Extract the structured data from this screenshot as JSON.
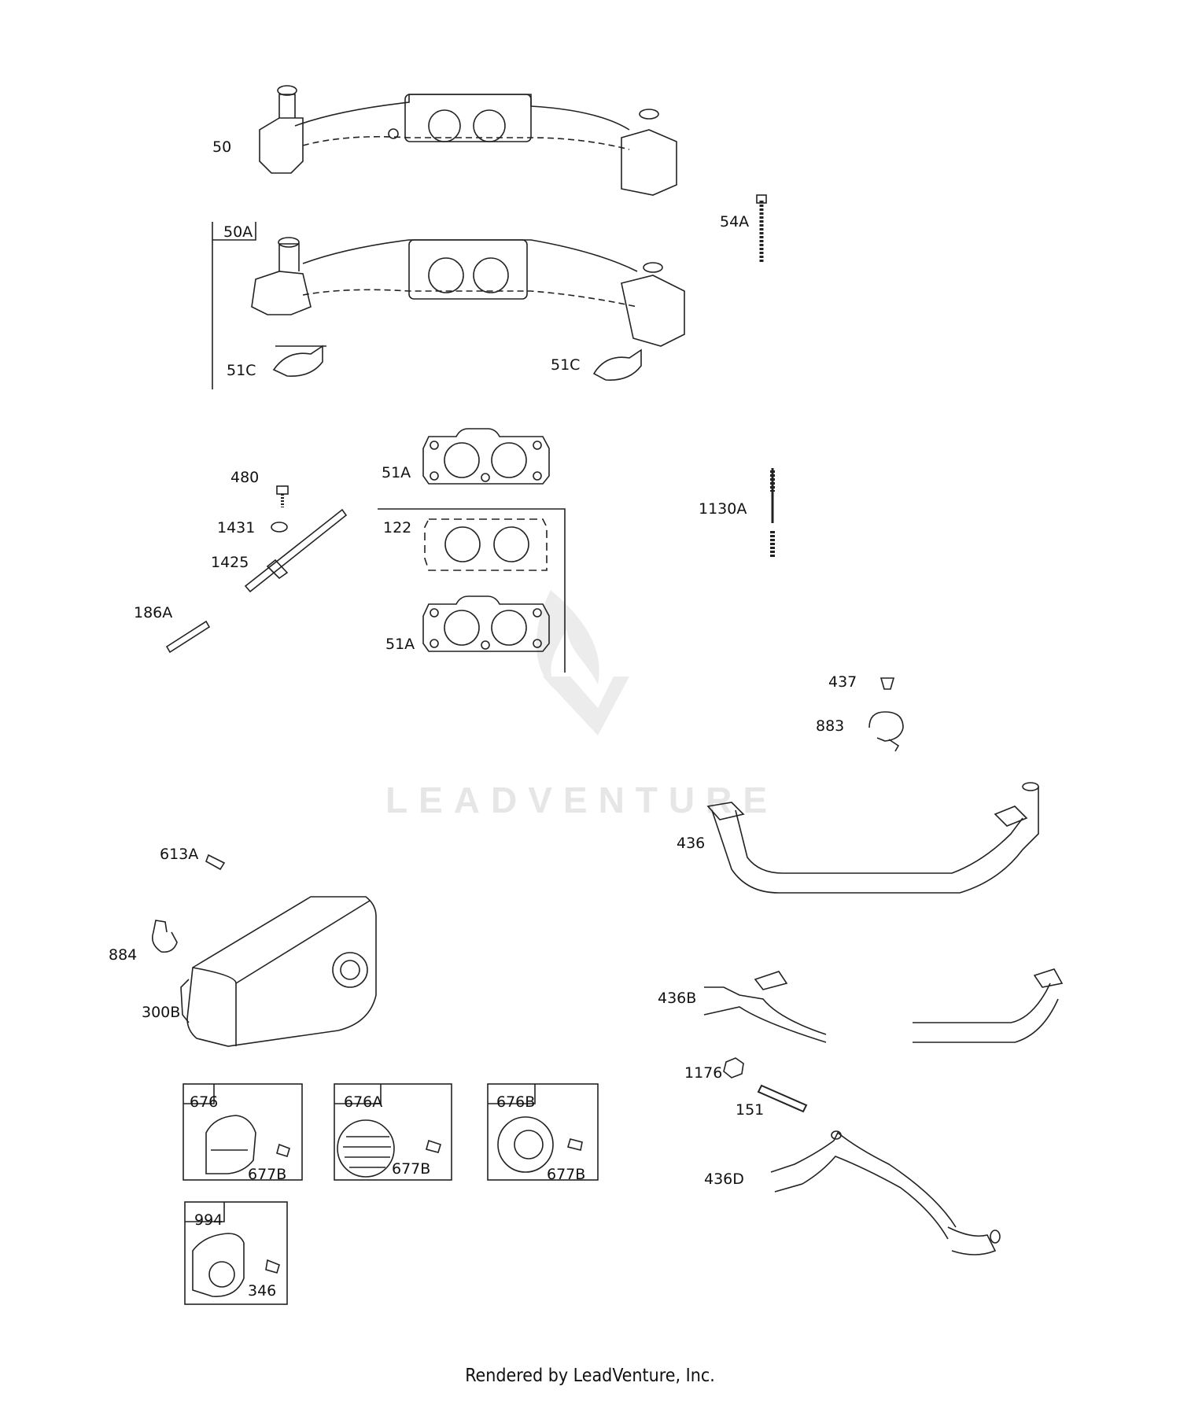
{
  "callouts": {
    "c50": "50",
    "c50A": "50A",
    "c54A": "54A",
    "c51C_left": "51C",
    "c51C_right": "51C",
    "c480": "480",
    "c51A_top": "51A",
    "c1130A": "1130A",
    "c1431": "1431",
    "c122": "122",
    "c1425": "1425",
    "c186A": "186A",
    "c51A_bottom": "51A",
    "c437": "437",
    "c883": "883",
    "c436": "436",
    "c613A": "613A",
    "c884": "884",
    "c300B": "300B",
    "c436B": "436B",
    "c1176": "1176",
    "c151": "151",
    "c676": "676",
    "c677B_1": "677B",
    "c676A": "676A",
    "c677B_2": "677B",
    "c676B": "676B",
    "c677B_3": "677B",
    "c436D": "436D",
    "c994": "994",
    "c346": "346"
  },
  "watermark": {
    "text": "LEADVENTURE"
  },
  "footer": {
    "text": "Rendered by LeadVenture, Inc."
  },
  "colors": {
    "line": "#222222",
    "watermark": "#e6e6e6"
  }
}
